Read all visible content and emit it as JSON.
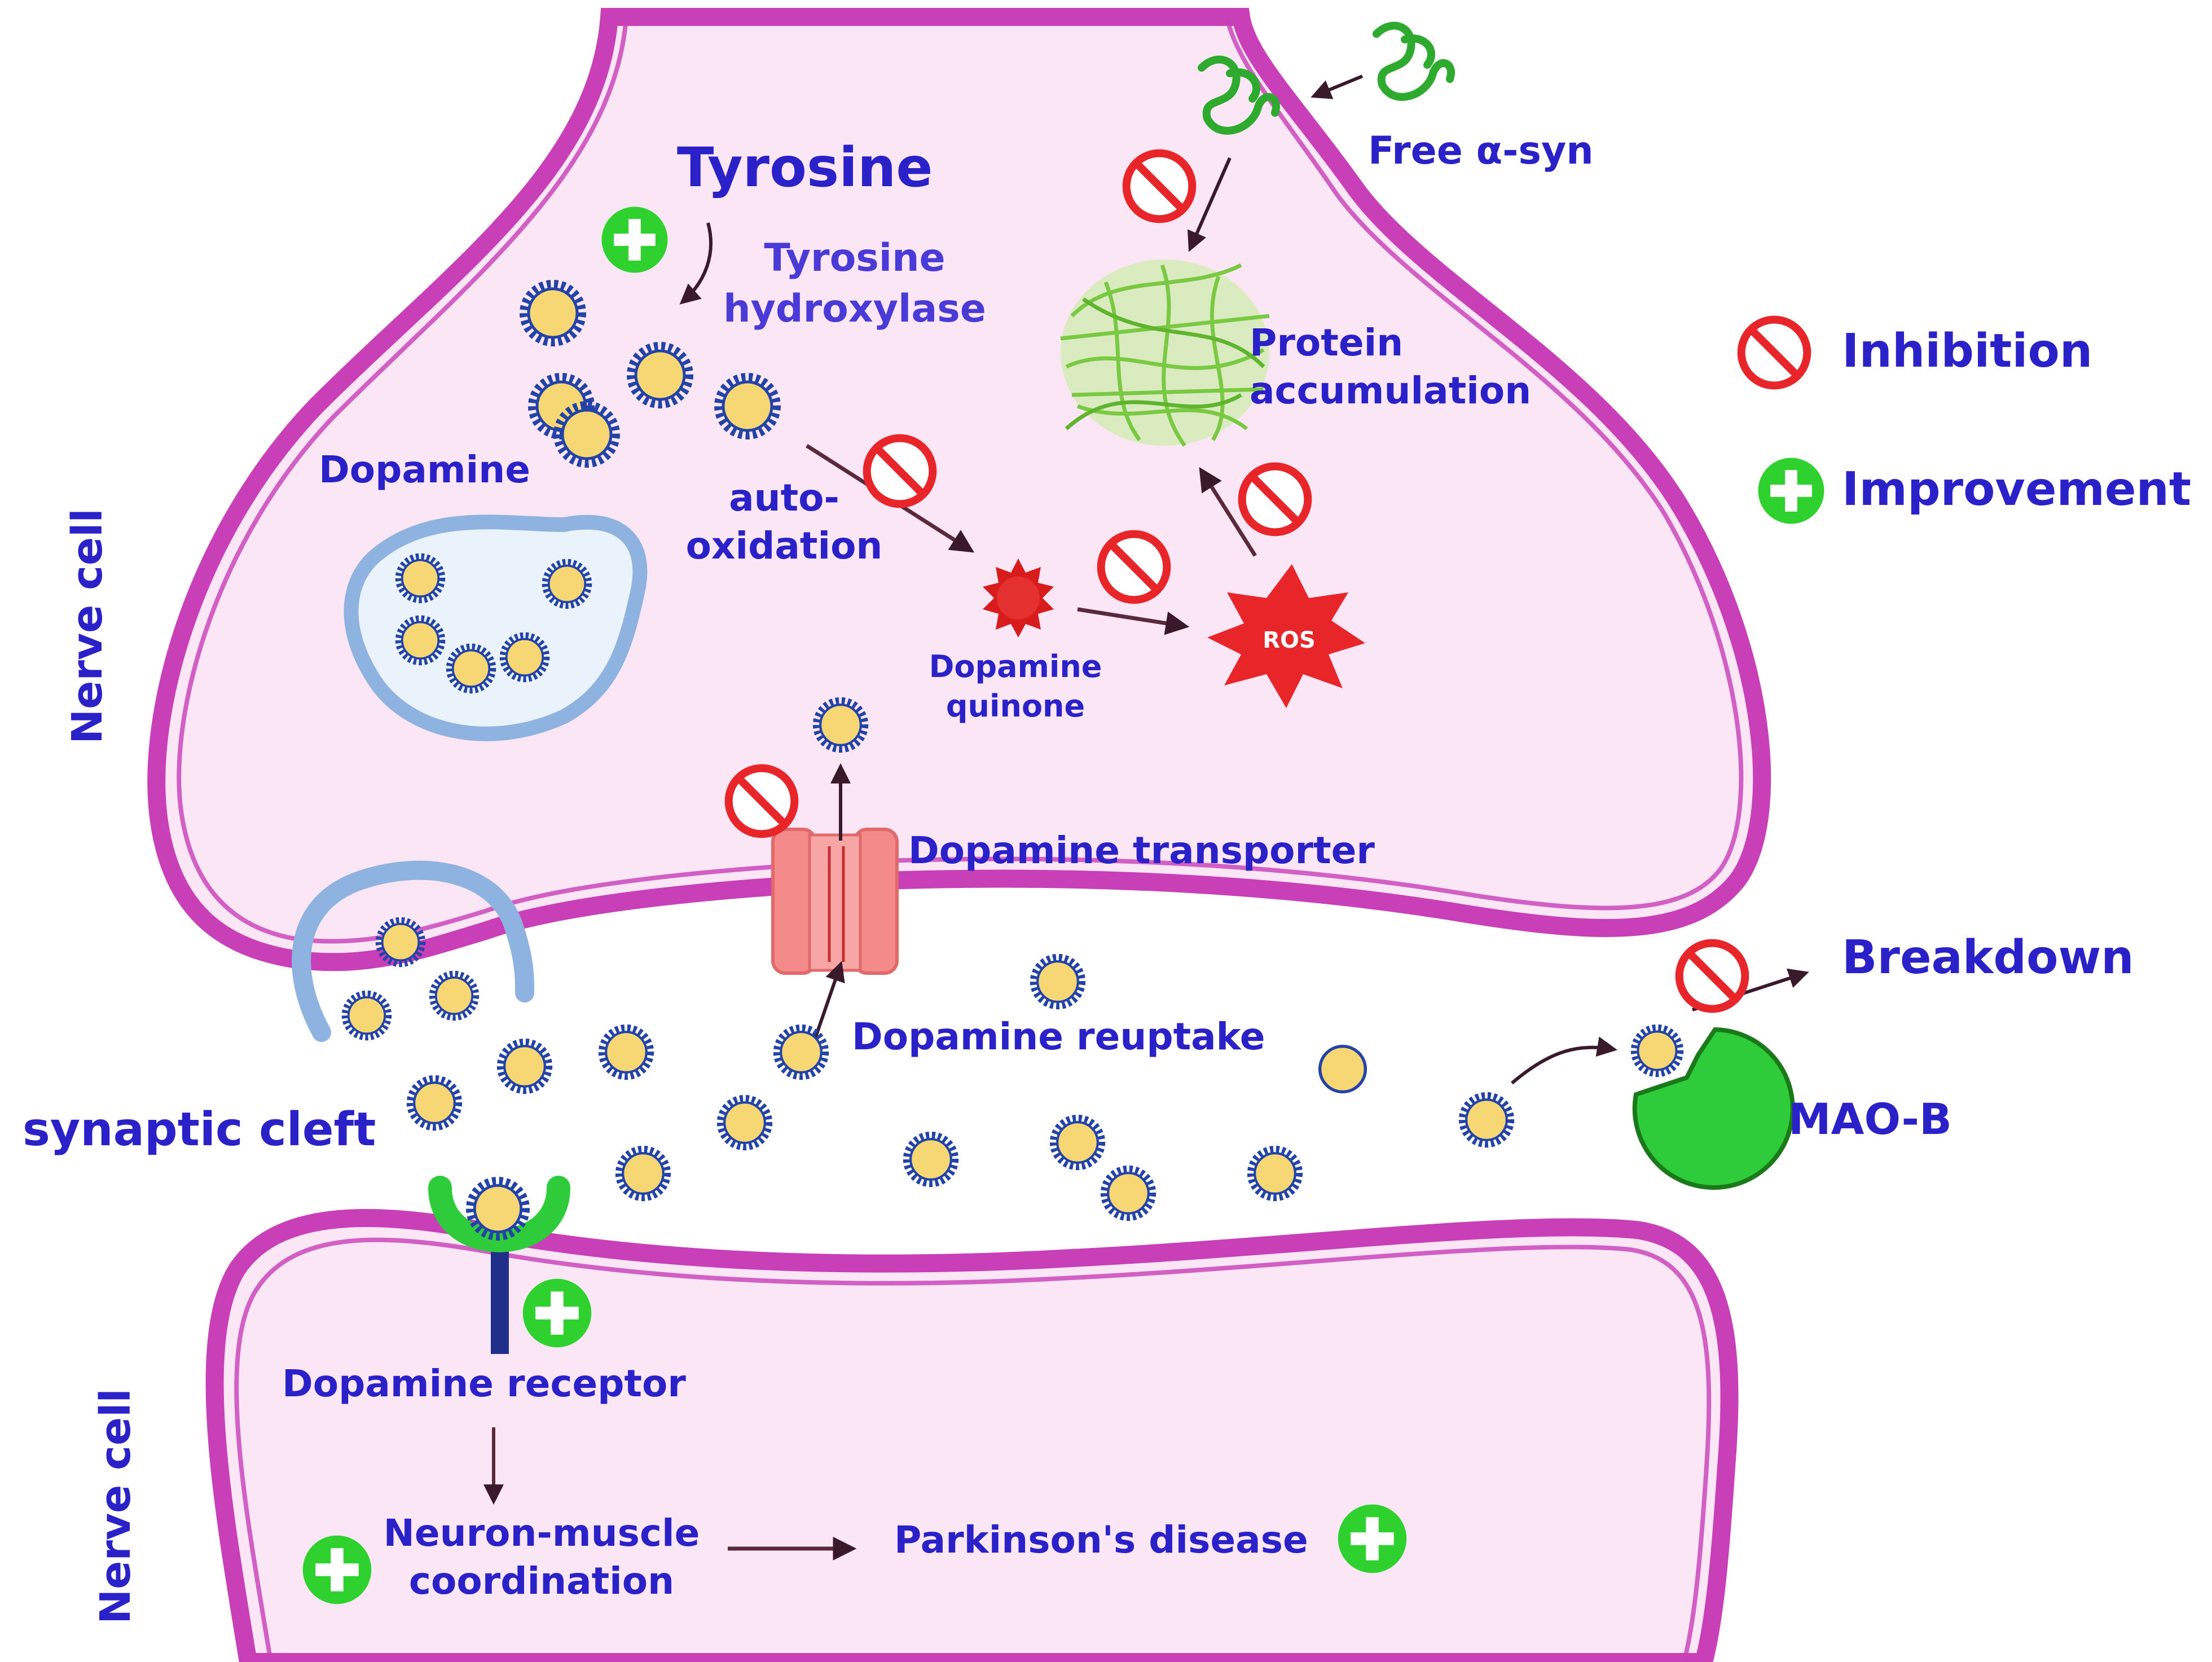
{
  "labels": {
    "tyrosine": "Tyrosine",
    "tyrosine_hydroxylase_1": "Tyrosine",
    "tyrosine_hydroxylase_2": "hydroxylase",
    "dopamine": "Dopamine",
    "auto_oxidation_1": "auto-",
    "auto_oxidation_2": "oxidation",
    "dopamine_quinone_1": "Dopamine",
    "dopamine_quinone_2": "quinone",
    "ros": "ROS",
    "free_asyn": "Free α-syn",
    "protein_accumulation_1": "Protein",
    "protein_accumulation_2": "accumulation",
    "dopamine_transporter": "Dopamine transporter",
    "dopamine_reuptake": "Dopamine reuptake",
    "breakdown": "Breakdown",
    "mao_b": "MAO-B",
    "synaptic_cleft": "synaptic cleft",
    "nerve_cell_top": "Nerve cell",
    "nerve_cell_bottom": "Nerve cell",
    "dopamine_receptor": "Dopamine receptor",
    "neuron_muscle_1": "Neuron-muscle",
    "neuron_muscle_2": "coordination",
    "parkinsons": "Parkinson's disease"
  },
  "legend": {
    "inhibition": "Inhibition",
    "improvement": "Improvement"
  },
  "colors": {
    "cell_fill": "#fbe6f6",
    "membrane": "#c83fb8",
    "label_text": "#2a21c8",
    "inhibition": "#e8262a",
    "improvement": "#2ed12e",
    "dopamine_fill": "#f7d774",
    "dopamine_spikes": "#2443a6",
    "vesicle": "#8fb3e0",
    "transporter": "#f58a8a",
    "mao_b": "#2ecc3a",
    "quinone": "#d81c1c",
    "protein": "#7ac943"
  },
  "icons": {
    "inhibition": "inhibition-icon",
    "improvement": "improvement-icon",
    "dopamine": "dopamine-molecule-icon",
    "ros": "ros-burst-icon",
    "asyn": "alpha-synuclein-icon"
  }
}
